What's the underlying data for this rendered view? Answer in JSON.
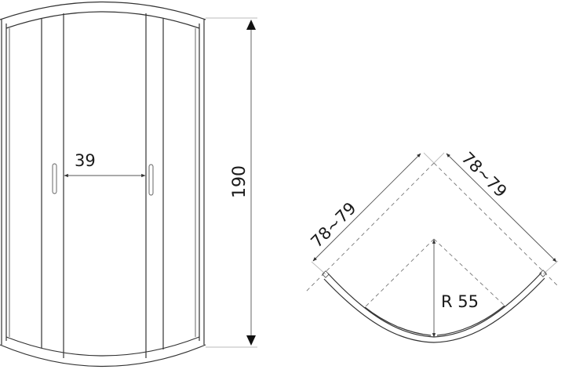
{
  "front_view": {
    "door_opening_label": "39",
    "height_label": "190"
  },
  "top_view": {
    "left_side_label": "78~79",
    "right_side_label": "78~79",
    "radius_label": "R 55"
  },
  "colors": {
    "line": "#333333",
    "background": "#ffffff"
  }
}
